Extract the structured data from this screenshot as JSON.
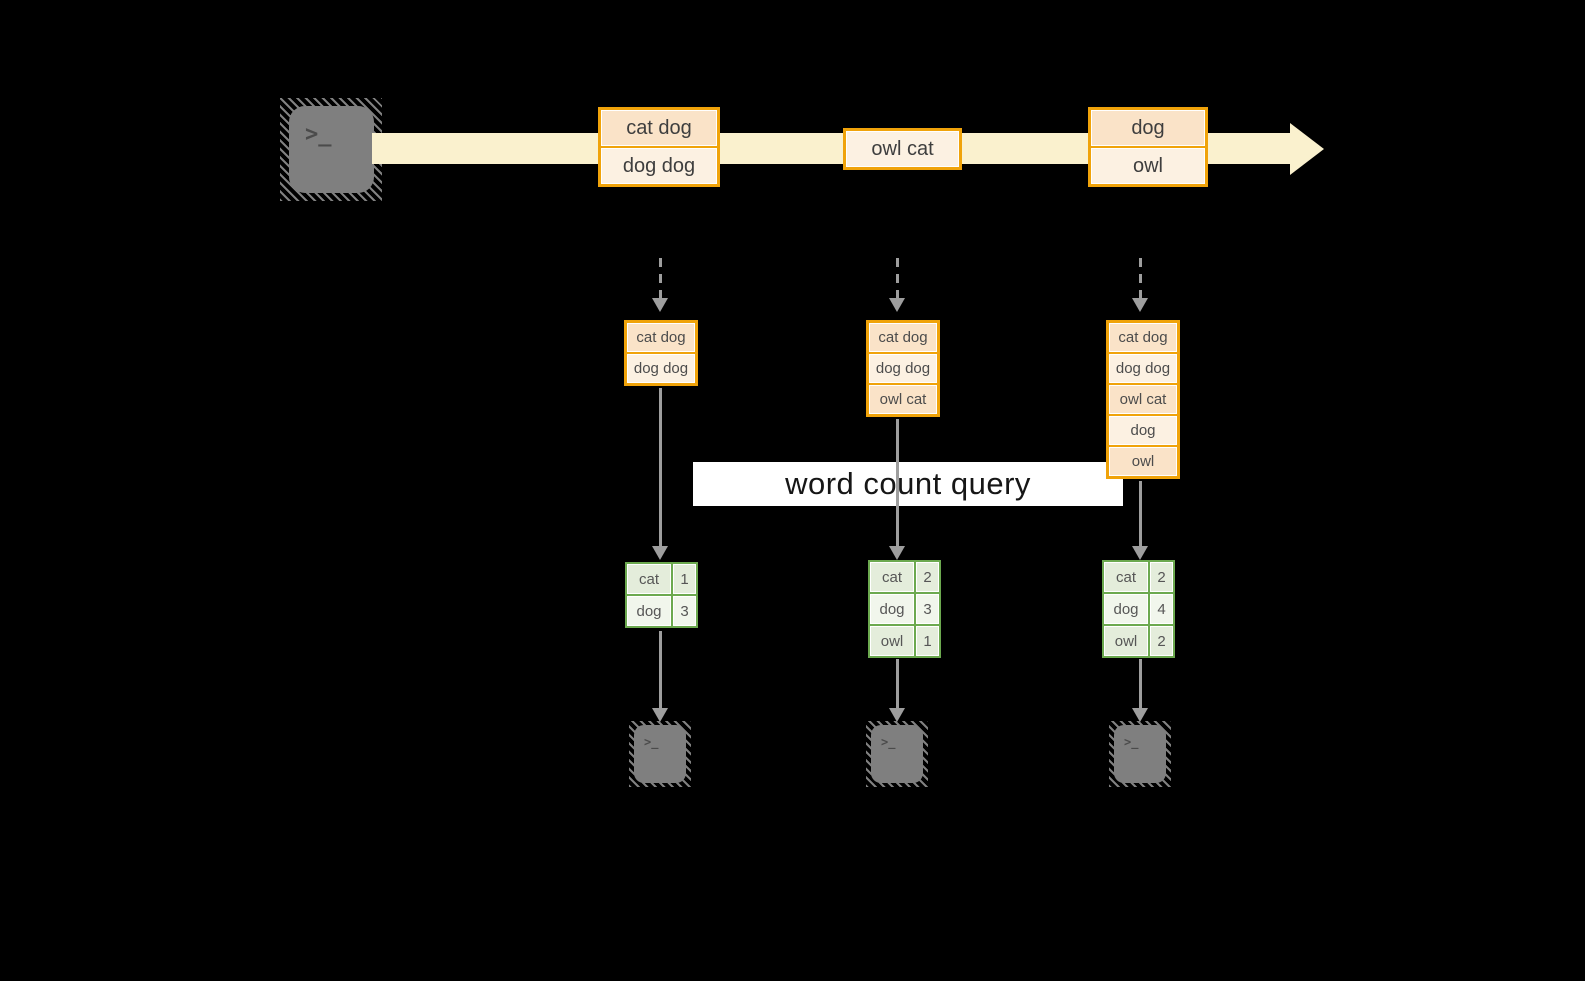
{
  "diagram": {
    "query_label": "word count query",
    "prompt_glyph": ">_"
  },
  "colors": {
    "bg": "#000000",
    "stream": "#FAF1CE",
    "gold": "#F0A30A",
    "peach": "#FAE3C8",
    "cream": "#FCF1E2",
    "green": "#6CA94F",
    "gcell_a": "#E4EDDB",
    "gcell_b": "#F1F6EC",
    "arrow": "#9E9E9E",
    "term": "#7F7F7F"
  },
  "stream_events": [
    {
      "lines": [
        "cat dog",
        "dog dog"
      ]
    },
    {
      "lines": [
        "owl cat"
      ]
    },
    {
      "lines": [
        "dog",
        "owl"
      ]
    }
  ],
  "columns": [
    {
      "state": [
        "cat dog",
        "dog dog"
      ],
      "counts": [
        {
          "word": "cat",
          "count": "1"
        },
        {
          "word": "dog",
          "count": "3"
        }
      ]
    },
    {
      "state": [
        "cat dog",
        "dog dog",
        "owl cat"
      ],
      "counts": [
        {
          "word": "cat",
          "count": "2"
        },
        {
          "word": "dog",
          "count": "3"
        },
        {
          "word": "owl",
          "count": "1"
        }
      ]
    },
    {
      "state": [
        "cat dog",
        "dog dog",
        "owl cat",
        "dog",
        "owl"
      ],
      "counts": [
        {
          "word": "cat",
          "count": "2"
        },
        {
          "word": "dog",
          "count": "4"
        },
        {
          "word": "owl",
          "count": "2"
        }
      ]
    }
  ]
}
